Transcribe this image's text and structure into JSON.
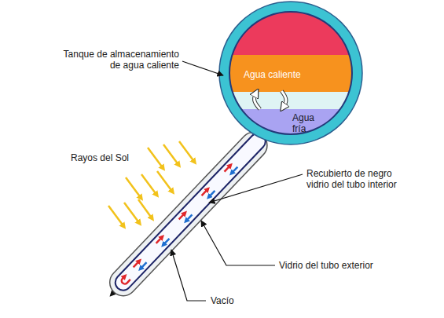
{
  "diagram": {
    "nodes": [
      {
        "text": [
          "Agua caliente"
        ]
      },
      {
        "text": [
          "Agua fría"
        ]
      }
    ],
    "edges": [
      {
        "from": 1,
        "to": 0,
        "arrow": "to"
      },
      {
        "from": 0,
        "to": 1,
        "arrow": "to"
      }
    ],
    "labels": [
      "Tanque de almacenamiento de agua caliente",
      "Rayos del Sol",
      "Recubierto de negro vidrio del tubo interior",
      "Vidrio del tubo exterior",
      "Vacío"
    ]
  }
}
